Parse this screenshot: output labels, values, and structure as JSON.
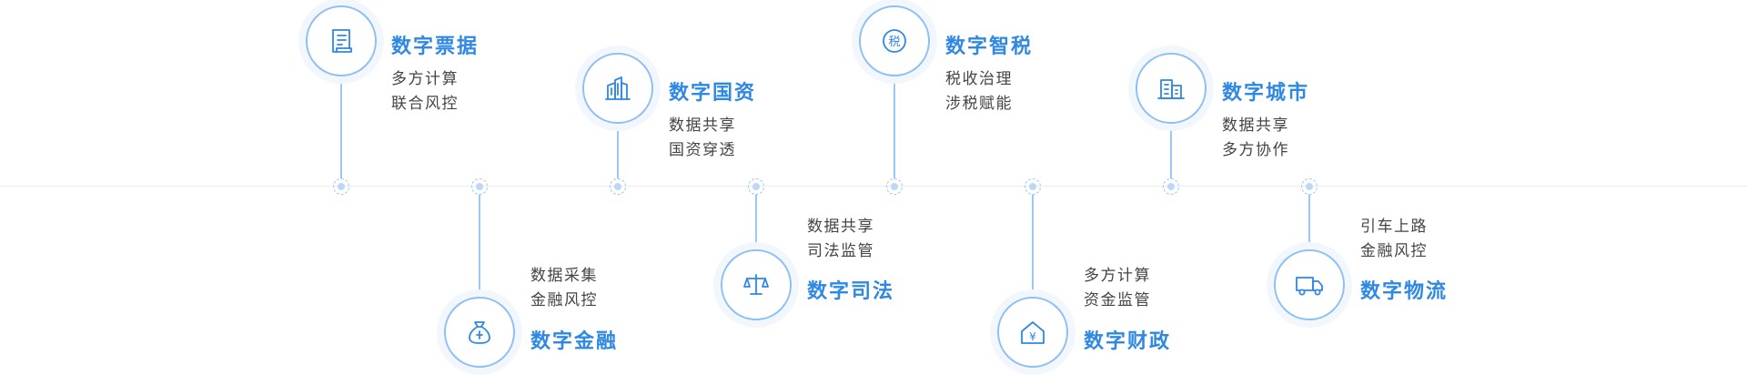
{
  "accent_color": "#2f88e3",
  "items": [
    {
      "title": "数字票据",
      "lines": [
        "多方计算",
        "联合风控"
      ],
      "icon": "document-icon"
    },
    {
      "title": "数字金融",
      "lines": [
        "数据采集",
        "金融风控"
      ],
      "icon": "money-bag-icon"
    },
    {
      "title": "数字国资",
      "lines": [
        "数据共享",
        "国资穿透"
      ],
      "icon": "buildings-icon"
    },
    {
      "title": "数字司法",
      "lines": [
        "数据共享",
        "司法监管"
      ],
      "icon": "scales-icon"
    },
    {
      "title": "数字智税",
      "lines": [
        "税收治理",
        "涉税赋能"
      ],
      "icon": "tax-icon",
      "icon_text": "税"
    },
    {
      "title": "数字财政",
      "lines": [
        "多方计算",
        "资金监管"
      ],
      "icon": "yen-house-icon",
      "icon_text": "¥"
    },
    {
      "title": "数字城市",
      "lines": [
        "数据共享",
        "多方协作"
      ],
      "icon": "city-building-icon"
    },
    {
      "title": "数字物流",
      "lines": [
        "引车上路",
        "金融风控"
      ],
      "icon": "truck-icon"
    }
  ]
}
